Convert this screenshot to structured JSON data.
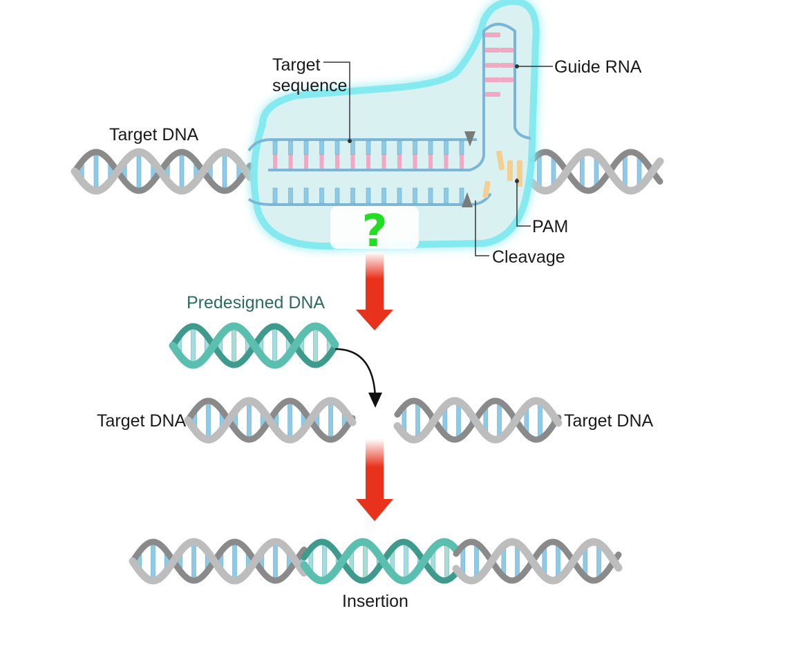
{
  "labels": {
    "target_dna_top": "Target DNA",
    "target_sequence_line1": "Target",
    "target_sequence_line2": "sequence",
    "guide_rna": "Guide RNA",
    "pam": "PAM",
    "cleavage": "Cleavage",
    "predesigned_dna": "Predesigned DNA",
    "target_dna_left": "Target DNA",
    "target_dna_right": "Target DNA",
    "insertion": "Insertion",
    "unknown_enzyme": "?"
  },
  "colors": {
    "dna_base_blue": "#8ec9e6",
    "dna_strand_gray": "#bdbdbd",
    "dna_strand_dark": "#8a8a8a",
    "predesigned_teal": "#5bbfb0",
    "guide_rna_pink": "#f2a7c3",
    "pam_orange": "#f3cf92",
    "glow_cyan": "#7fe9f0",
    "arrow_red": "#e8321c",
    "question_green": "#22dd22"
  }
}
